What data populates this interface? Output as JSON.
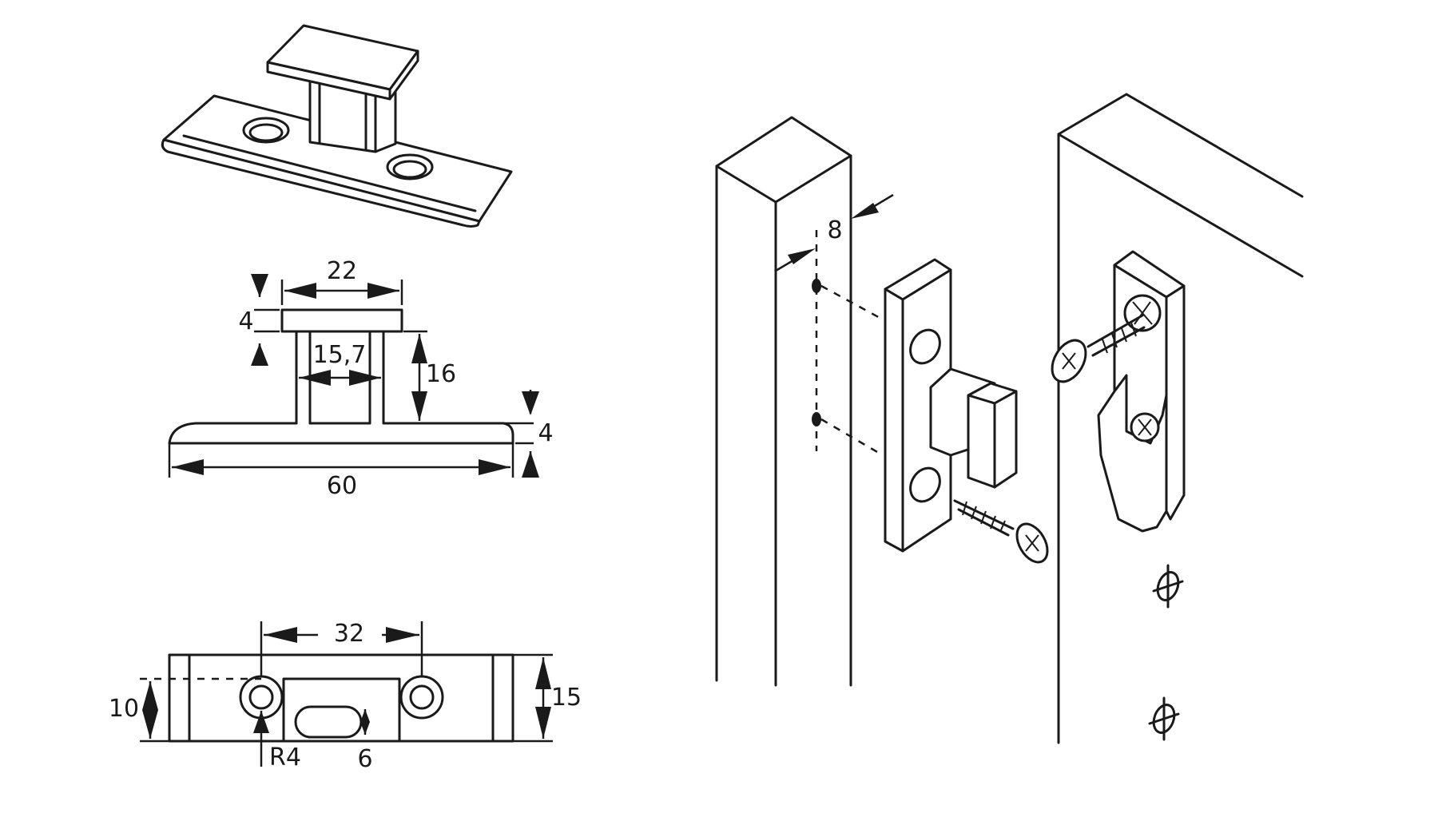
{
  "dimensions": {
    "side_view": {
      "top_width": "22",
      "top_thickness": "4",
      "neck_width": "15,7",
      "neck_height": "16",
      "base_thickness": "4",
      "base_length": "60"
    },
    "top_view": {
      "hole_spacing": "32",
      "edge_to_hole": "10",
      "total_width": "15",
      "hole_radius": "R4",
      "slot_width": "6"
    },
    "install": {
      "offset": "8"
    }
  },
  "icons": [
    "catch-plate-3d",
    "frame-post",
    "door-panel",
    "screw",
    "latch-hook",
    "hole-marker"
  ]
}
